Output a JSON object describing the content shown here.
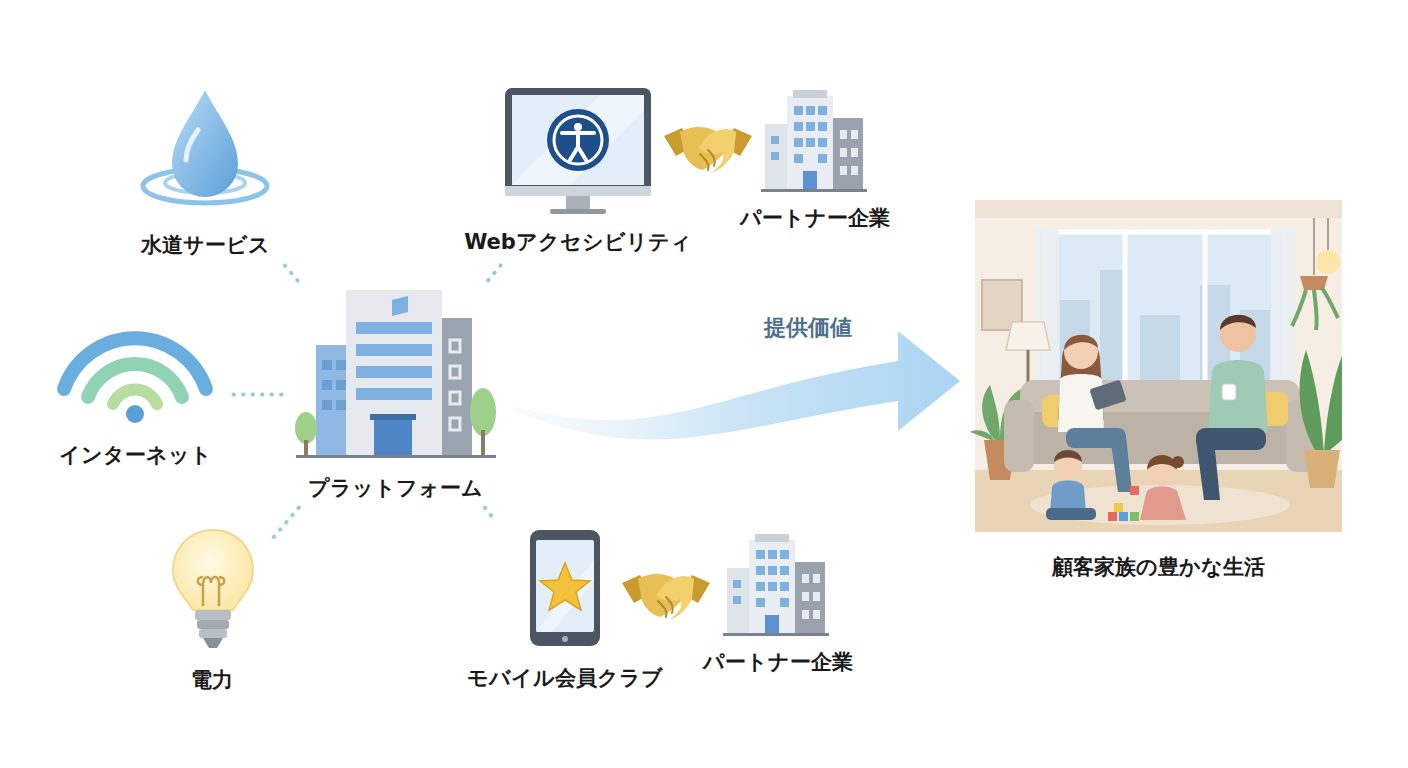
{
  "diagram": {
    "nodes": [
      {
        "text": [
          "水道サービス"
        ]
      },
      {
        "text": [
          "インターネット"
        ]
      },
      {
        "text": [
          "電力"
        ]
      },
      {
        "text": [
          "プラットフォーム"
        ]
      },
      {
        "text": [
          "Webアクセシビリティ"
        ]
      },
      {
        "text": [
          "パートナー企業"
        ]
      },
      {
        "text": [
          "モバイル会員クラブ"
        ]
      },
      {
        "text": [
          "パートナー企業"
        ]
      },
      {
        "text": [
          "顧客家族の豊かな生活"
        ]
      }
    ],
    "edges": [
      {
        "from": 3,
        "to": 0,
        "arrow": "none"
      },
      {
        "from": 3,
        "to": 1,
        "arrow": "none"
      },
      {
        "from": 3,
        "to": 2,
        "arrow": "none"
      },
      {
        "from": 3,
        "to": 4,
        "arrow": "none"
      },
      {
        "from": 3,
        "to": 6,
        "arrow": "none"
      },
      {
        "from": 3,
        "to": 8,
        "label": "提供価値",
        "arrow": "to"
      }
    ]
  }
}
